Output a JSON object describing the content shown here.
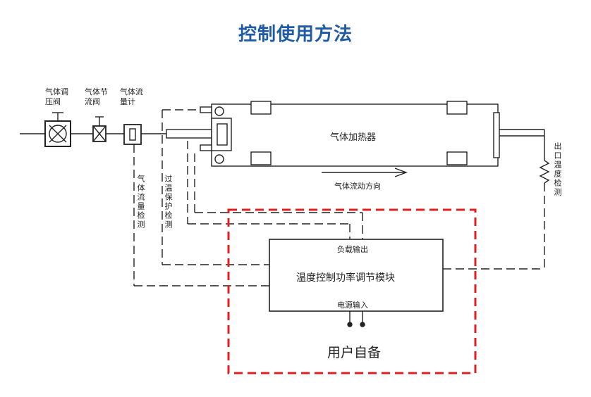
{
  "title": "控制使用方法",
  "labels": {
    "pressure_valve": "气体调\n压阀",
    "throttle_valve": "气体节\n流阀",
    "flow_meter": "气体流\n量计",
    "heater": "气体加热器",
    "flow_direction": "气体流动方向",
    "outlet_temp": "出口温度检测",
    "flow_detect": "气体流量检测",
    "overtemp_detect": "过温保护检测",
    "load_output": "负载输出",
    "module": "温度控制功率调节模块",
    "power_input": "电源输入",
    "user_supplied": "用户自备"
  },
  "colors": {
    "title": "#1f5aa6",
    "user_box": "#e02020",
    "line": "#222222"
  }
}
